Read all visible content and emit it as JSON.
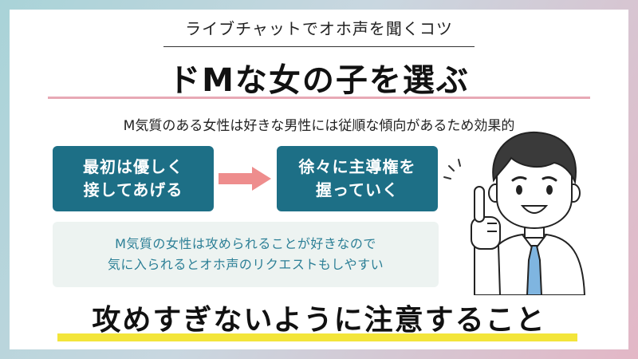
{
  "header": {
    "subtitle": "ライブチャットでオホ声を聞くコツ",
    "title": "ドMな女の子を選ぶ"
  },
  "description": "M気質のある女性は好きな男性には従順な傾向があるため効果的",
  "steps": [
    {
      "label": "最初は優しく\n接してあげる"
    },
    {
      "label": "徐々に主導権を\n握っていく"
    }
  ],
  "note": "M気質の女性は攻められることが好きなので\n気に入られるとオホ声のリクエストもしやすい",
  "warning": "攻めすぎないように注意すること",
  "colors": {
    "step_box": "#1d6f86",
    "arrow": "#ee8d8d",
    "note_bg": "#edf3f1",
    "note_text": "#2c7f96",
    "title_underline": "#e8a9b5",
    "warning_underline": "#f3e53a"
  },
  "icons": {
    "arrow": "arrow-right-icon",
    "illustration": "pointing-businessman-illustration"
  }
}
